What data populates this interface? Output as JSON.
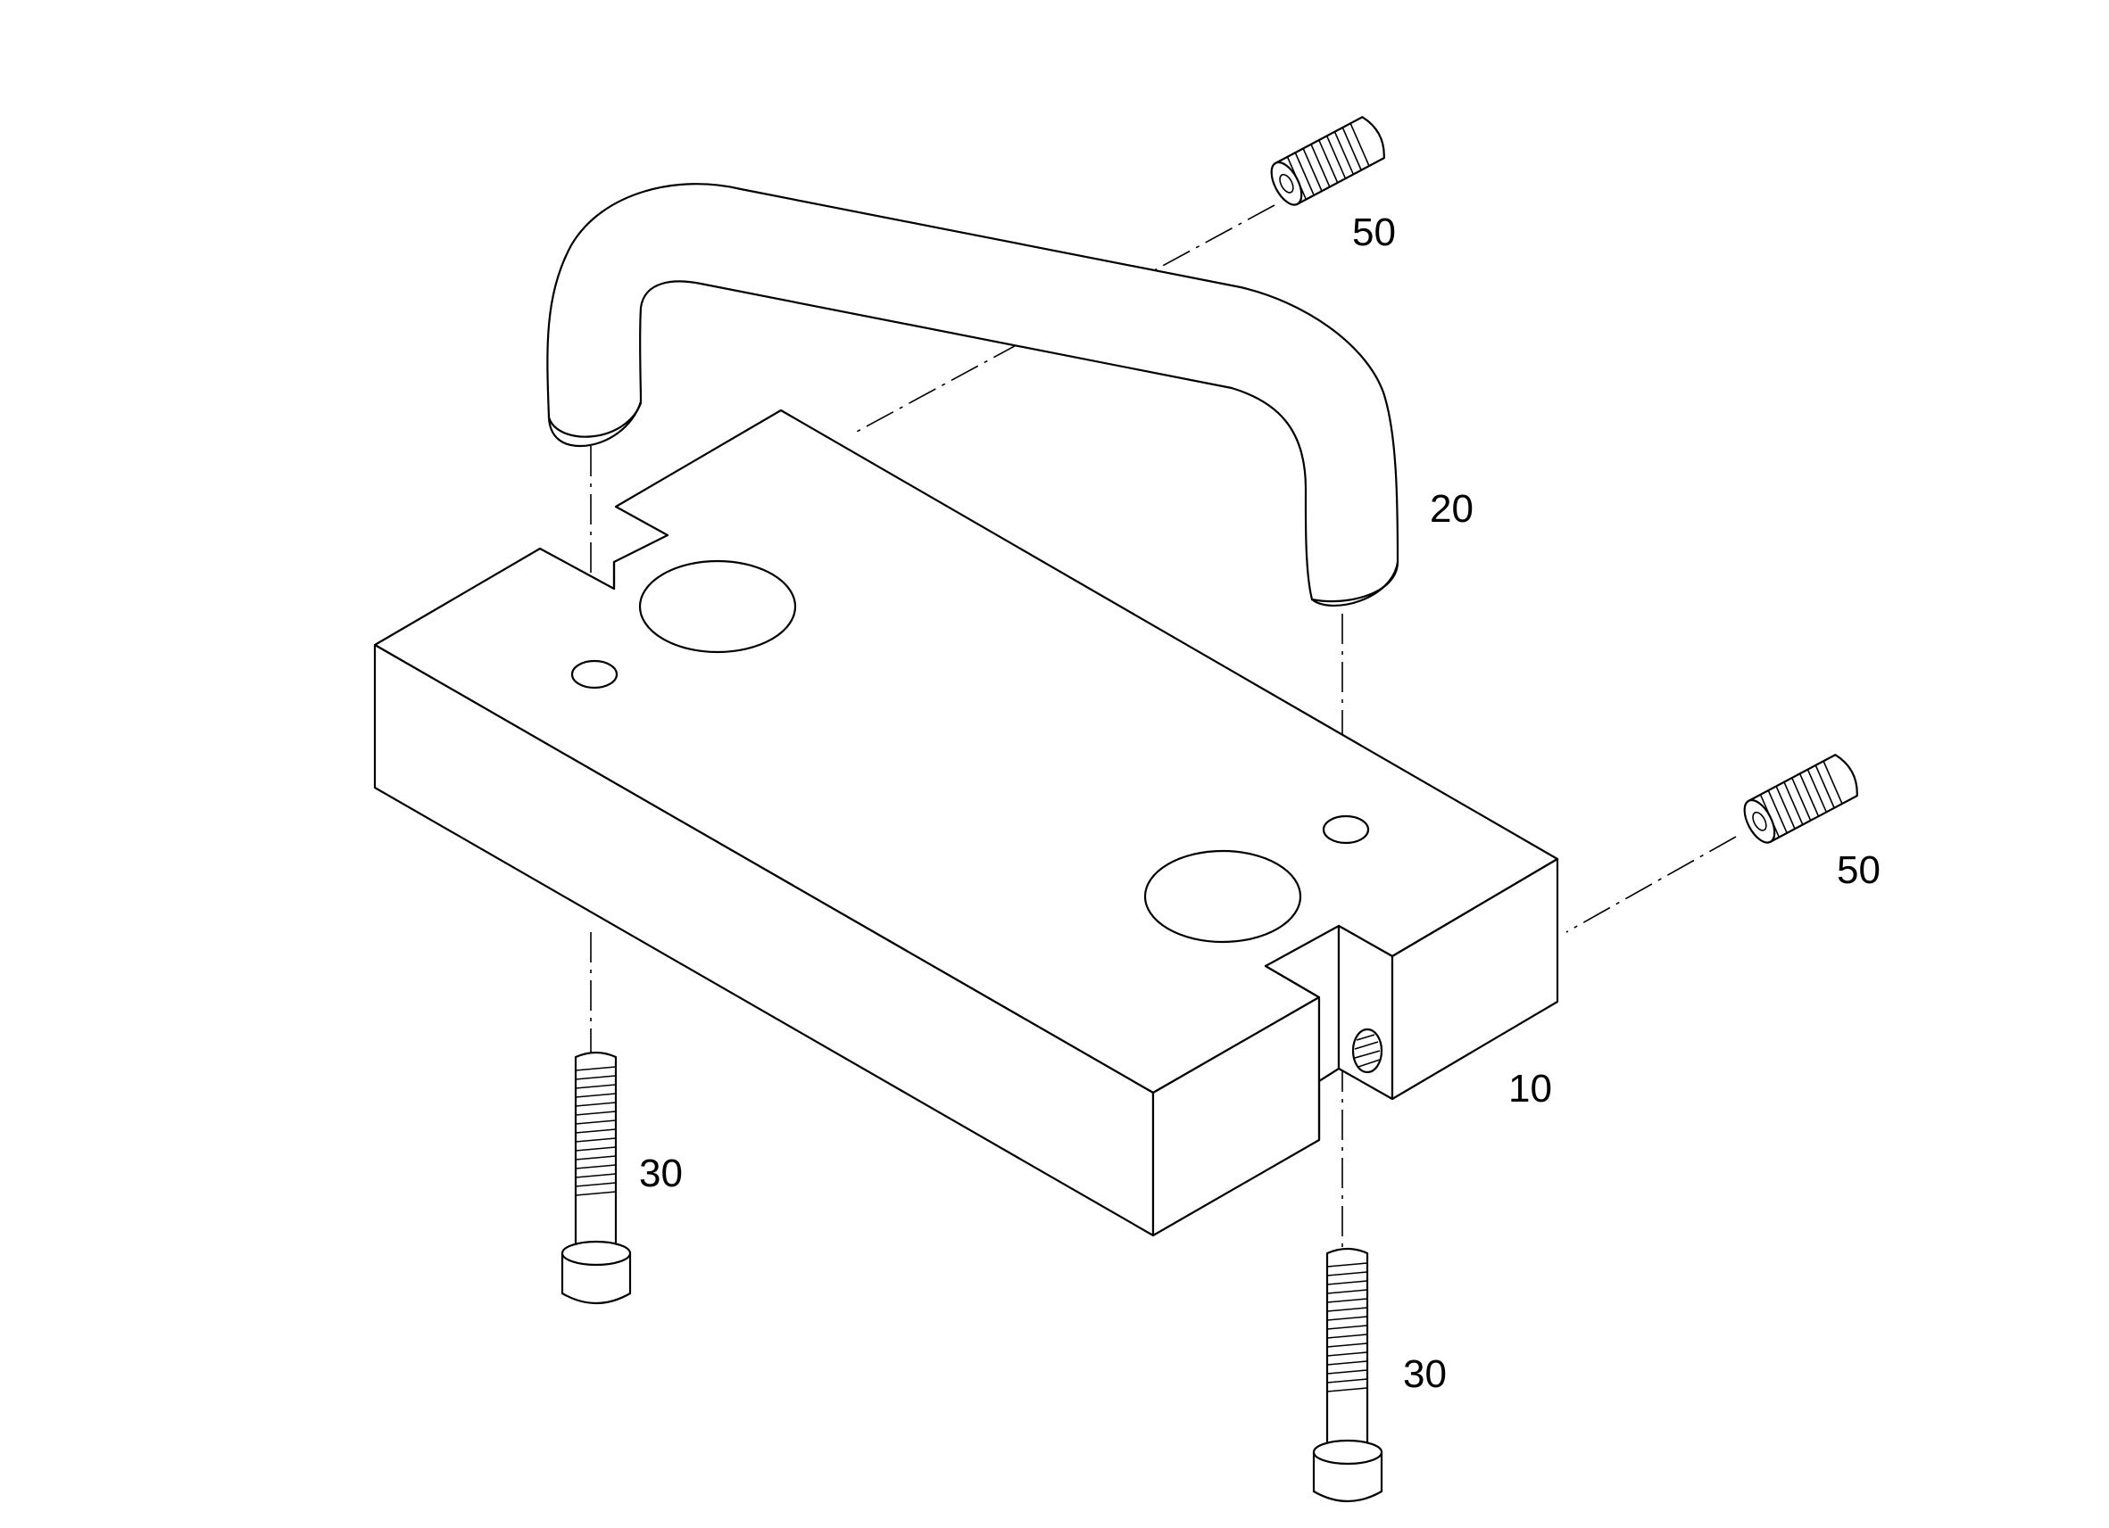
{
  "callouts": {
    "base_block": "10",
    "handle": "20",
    "screw_left": "30",
    "screw_right": "30",
    "set_screw_top": "50",
    "set_screw_right": "50"
  }
}
